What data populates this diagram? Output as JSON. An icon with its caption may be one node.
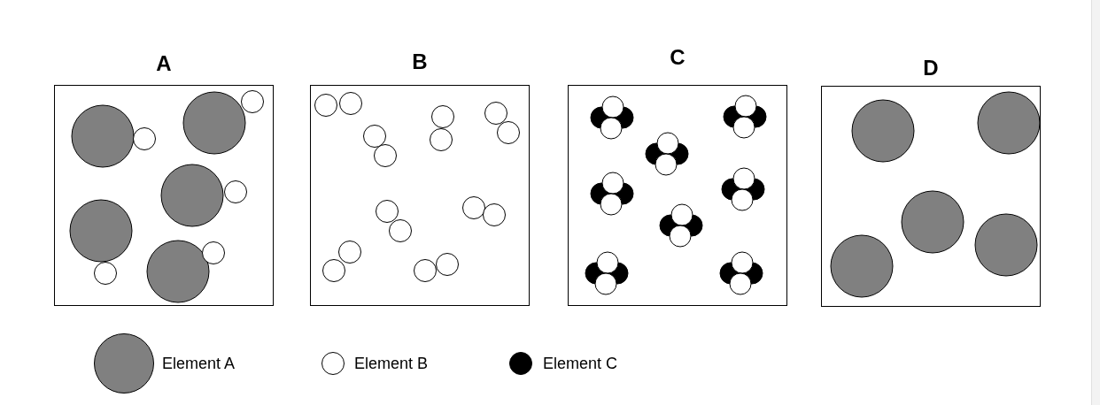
{
  "diagram": {
    "nodes": [
      {
        "text": [
          "A"
        ]
      },
      {
        "text": [
          "B"
        ]
      },
      {
        "text": [
          "C"
        ]
      },
      {
        "text": [
          "D"
        ]
      }
    ],
    "legend": [
      {
        "text": "Element A",
        "color": "#808080"
      },
      {
        "text": "Element B",
        "color": "#ffffff"
      },
      {
        "text": "Element C",
        "color": "#000000"
      }
    ]
  }
}
